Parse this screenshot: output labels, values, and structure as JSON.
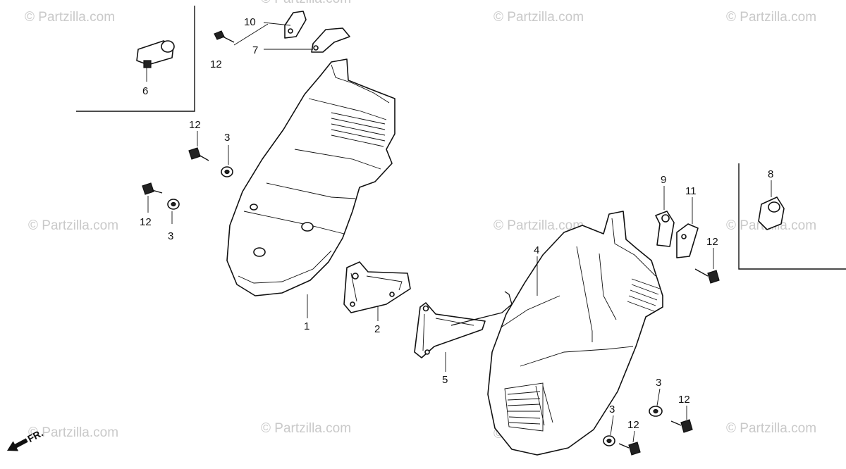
{
  "watermark": "© Partzilla.com",
  "direction_label": "FR.",
  "callouts": {
    "c1": "1",
    "c2": "2",
    "c3a": "3",
    "c3b": "3",
    "c3c": "3",
    "c3d": "3",
    "c4": "4",
    "c5": "5",
    "c6": "6",
    "c7": "7",
    "c8": "8",
    "c9": "9",
    "c10": "10",
    "c11": "11",
    "c12a": "12",
    "c12b": "12",
    "c12c": "12",
    "c12d": "12",
    "c12e": "12",
    "c12f": "12"
  }
}
